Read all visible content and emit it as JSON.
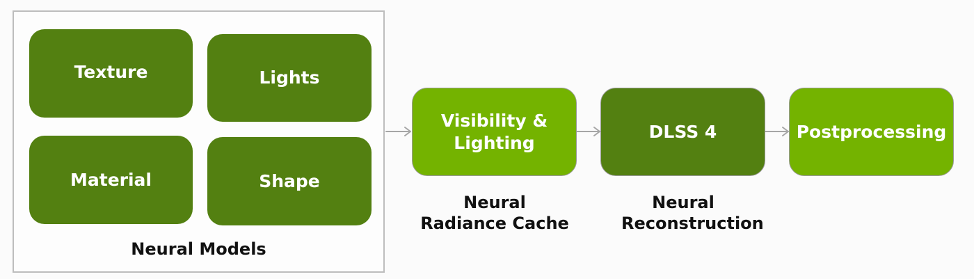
{
  "neural_models": {
    "title": "Neural Models",
    "items": [
      {
        "label": "Texture"
      },
      {
        "label": "Lights"
      },
      {
        "label": "Material"
      },
      {
        "label": "Shape"
      }
    ]
  },
  "pipeline": [
    {
      "label": "Visibility & Lighting",
      "caption": "Neural Radiance Cache",
      "color": "#74b300"
    },
    {
      "label": "DLSS 4",
      "caption": "Neural Reconstruction",
      "color": "#538011"
    },
    {
      "label": "Postprocessing",
      "caption": "",
      "color": "#74b300"
    }
  ],
  "colors": {
    "dark_green": "#538011",
    "light_green": "#74b300",
    "arrow": "#a6a6a6",
    "frame_border": "#bdbdbd"
  }
}
